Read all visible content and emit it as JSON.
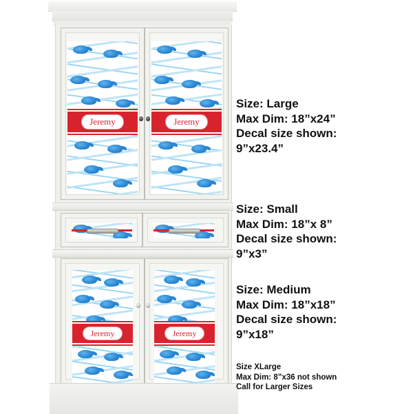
{
  "product": {
    "name_on_decal": "Jeremy",
    "colors": {
      "band_red": "#d8232f",
      "dolphin_blue": "#2a86d4",
      "wave_blue": "#9fd6f2",
      "cabinet_white": "#efefec",
      "text": "#111111"
    },
    "icons": [
      "dolphin-pattern",
      "name-plaque",
      "door-knob",
      "drawer-pull"
    ]
  },
  "specs": {
    "large": {
      "size": "Size: Large",
      "max_dim": "Max Dim: 18”x24”",
      "decal_label": "Decal size shown:",
      "decal_value": "9”x23.4”"
    },
    "small": {
      "size": "Size: Small",
      "max_dim": "Max Dim: 18”x 8”",
      "decal_label": "Decal size shown:",
      "decal_value": "9”x3”"
    },
    "medium": {
      "size": "Size: Medium",
      "max_dim": "Max Dim: 18”x18”",
      "decal_label": "Decal size shown:",
      "decal_value": "9”x18”"
    },
    "xlarge": {
      "size": "Size XLarge",
      "max_dim": "Max Dim: 8”x36 not shown",
      "note": "Call for Larger Sizes"
    }
  }
}
